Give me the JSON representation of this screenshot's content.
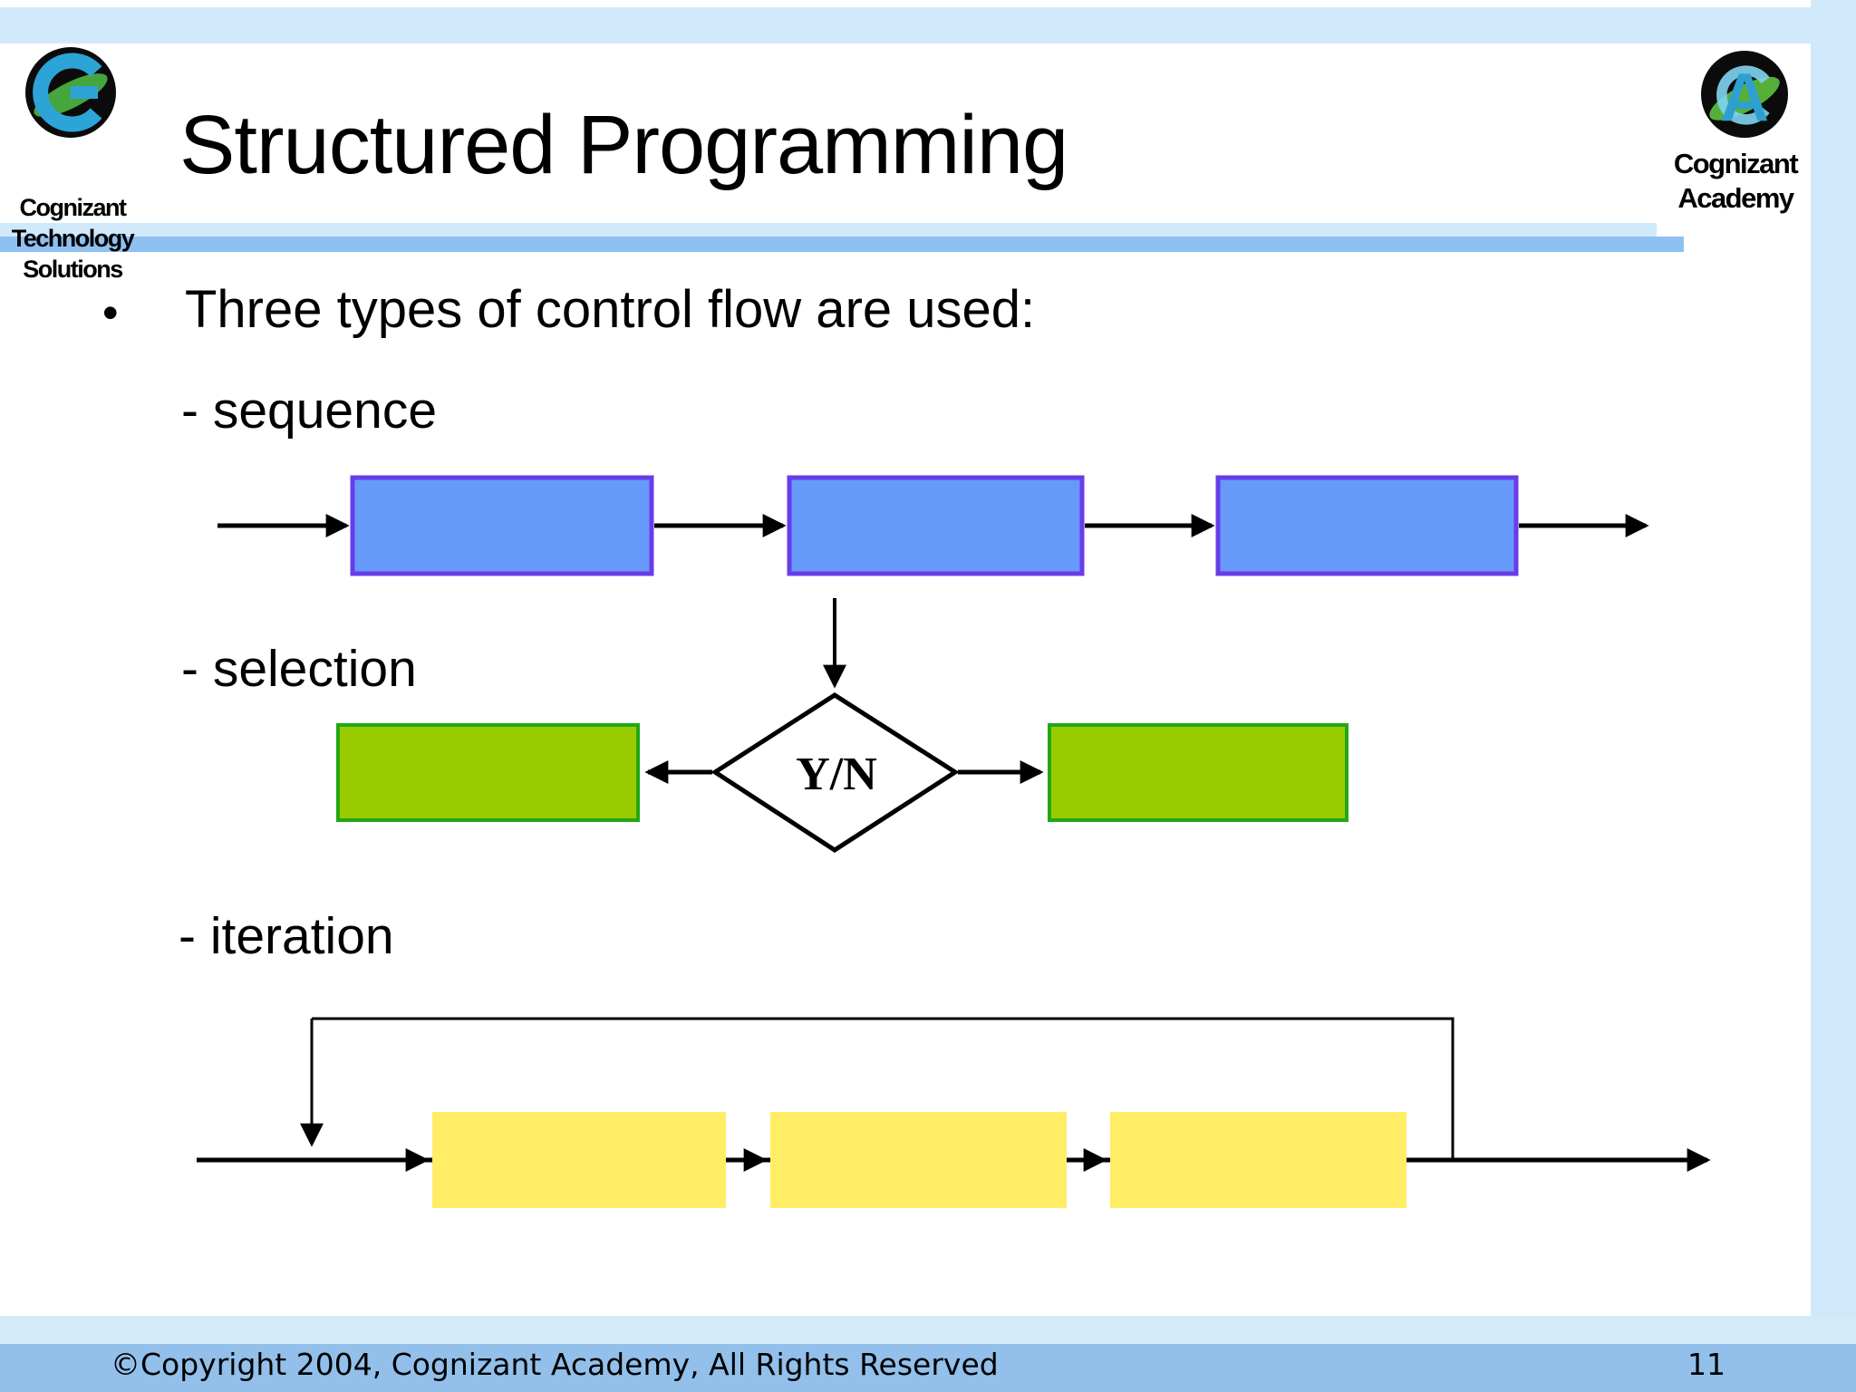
{
  "slide": {
    "title": "Structured Programming",
    "footer": "©Copyright 2004, Cognizant Academy, All Rights Reserved",
    "page_number": "11"
  },
  "logos": {
    "left": {
      "lines": [
        "Cognizant",
        "Technology",
        "Solutions"
      ]
    },
    "right": {
      "lines": [
        "Cognizant",
        "Academy"
      ]
    }
  },
  "content": {
    "bullet_glyph": "•",
    "bullet": "Three types of control flow are used:",
    "items": [
      {
        "label": "- sequence"
      },
      {
        "label": "- selection"
      },
      {
        "label": "- iteration"
      }
    ],
    "decision_label": "Y/N"
  },
  "colors": {
    "band": "#cfe9fb",
    "rule_light": "#cfe9fb",
    "rule_dark": "#8fc0f2",
    "footer_light": "#d3eaf8",
    "footer_dark": "#92c0ea",
    "seq_fill": "#6699fa",
    "seq_stroke": "#6a3ce8",
    "sel_fill": "#99cc00",
    "sel_stroke": "#22a816",
    "iter_fill": "#ffed66",
    "line": "#000000"
  }
}
